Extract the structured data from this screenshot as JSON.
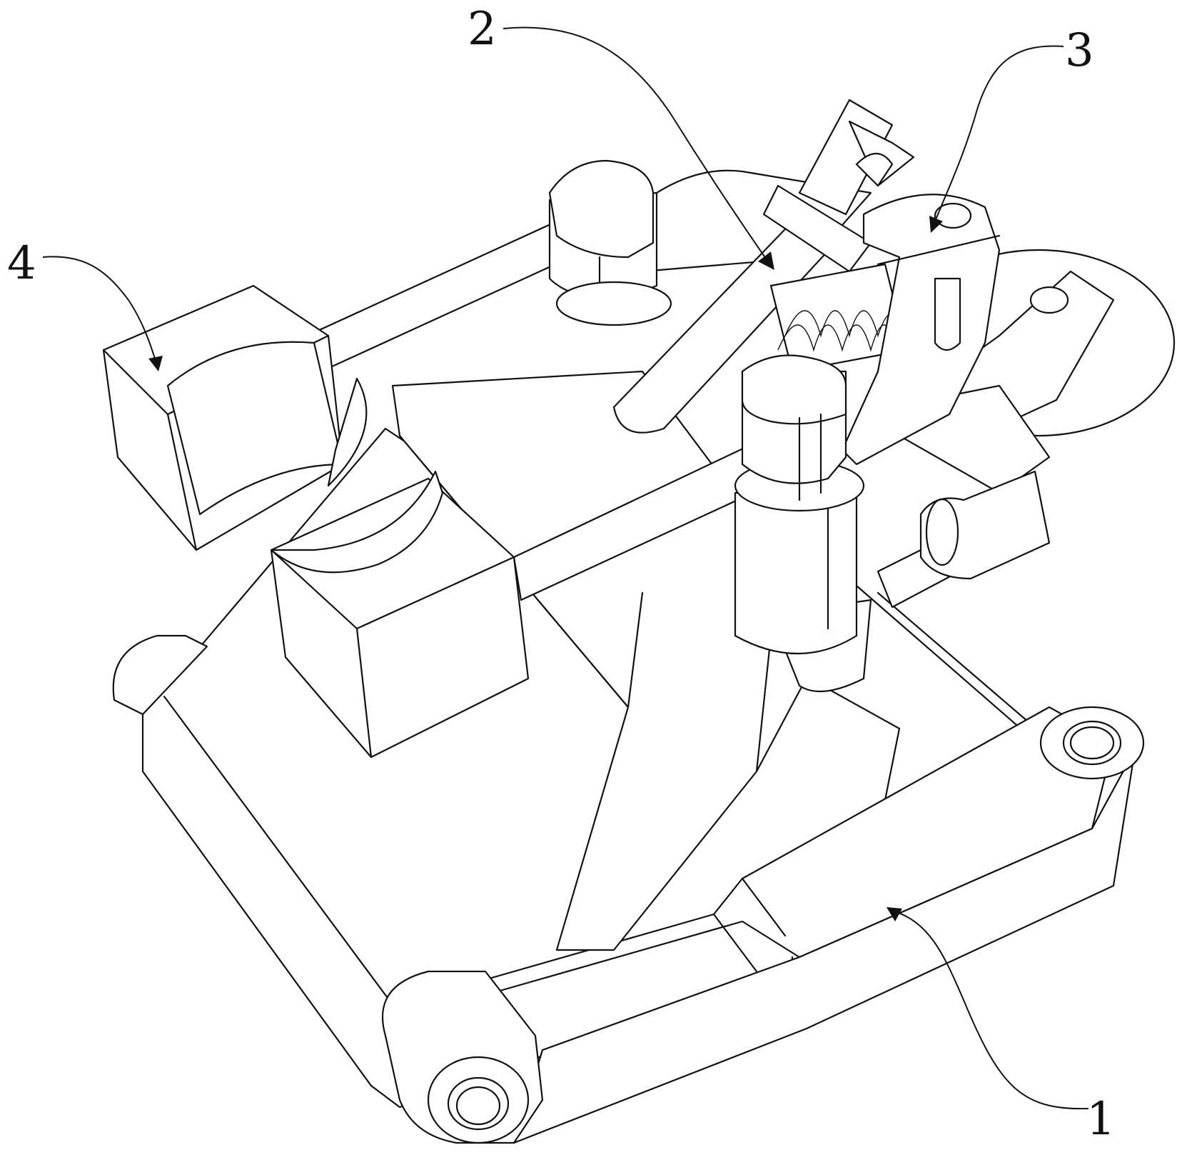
{
  "colors": {
    "line": "#111111",
    "background": "#ffffff"
  },
  "callouts": [
    {
      "id": "1",
      "label": "1"
    },
    {
      "id": "2",
      "label": "2"
    },
    {
      "id": "3",
      "label": "3"
    },
    {
      "id": "4",
      "label": "4"
    }
  ]
}
